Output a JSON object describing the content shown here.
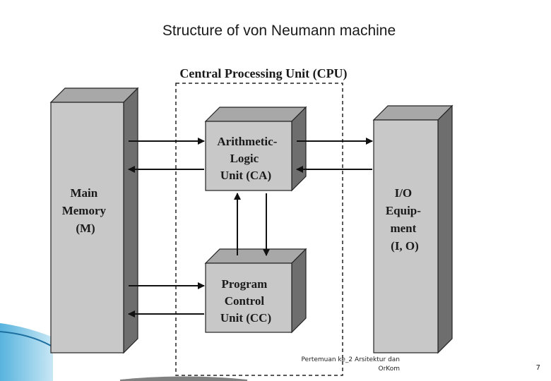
{
  "slide": {
    "title": "Structure of von Neumann machine",
    "footer_lines": [
      "Pertemuan ke_2 Arsitektur dan",
      "OrKom"
    ],
    "page_number": "7"
  },
  "diagram": {
    "cpu_label": "Central Processing Unit (CPU)",
    "main_memory": [
      "Main",
      "Memory",
      "(M)"
    ],
    "alu": [
      "Arithmetic-",
      "Logic",
      "Unit (CA)"
    ],
    "control_unit": [
      "Program",
      "Control",
      "Unit (CC)"
    ],
    "io": [
      "I/O",
      "Equip-",
      "ment",
      "(I, O)"
    ]
  },
  "colors": {
    "box_front": "#c8c8c8",
    "box_side": "#6e6e6e",
    "box_top": "#a8a8a8",
    "accent_swoosh": "#3aa6d8"
  }
}
